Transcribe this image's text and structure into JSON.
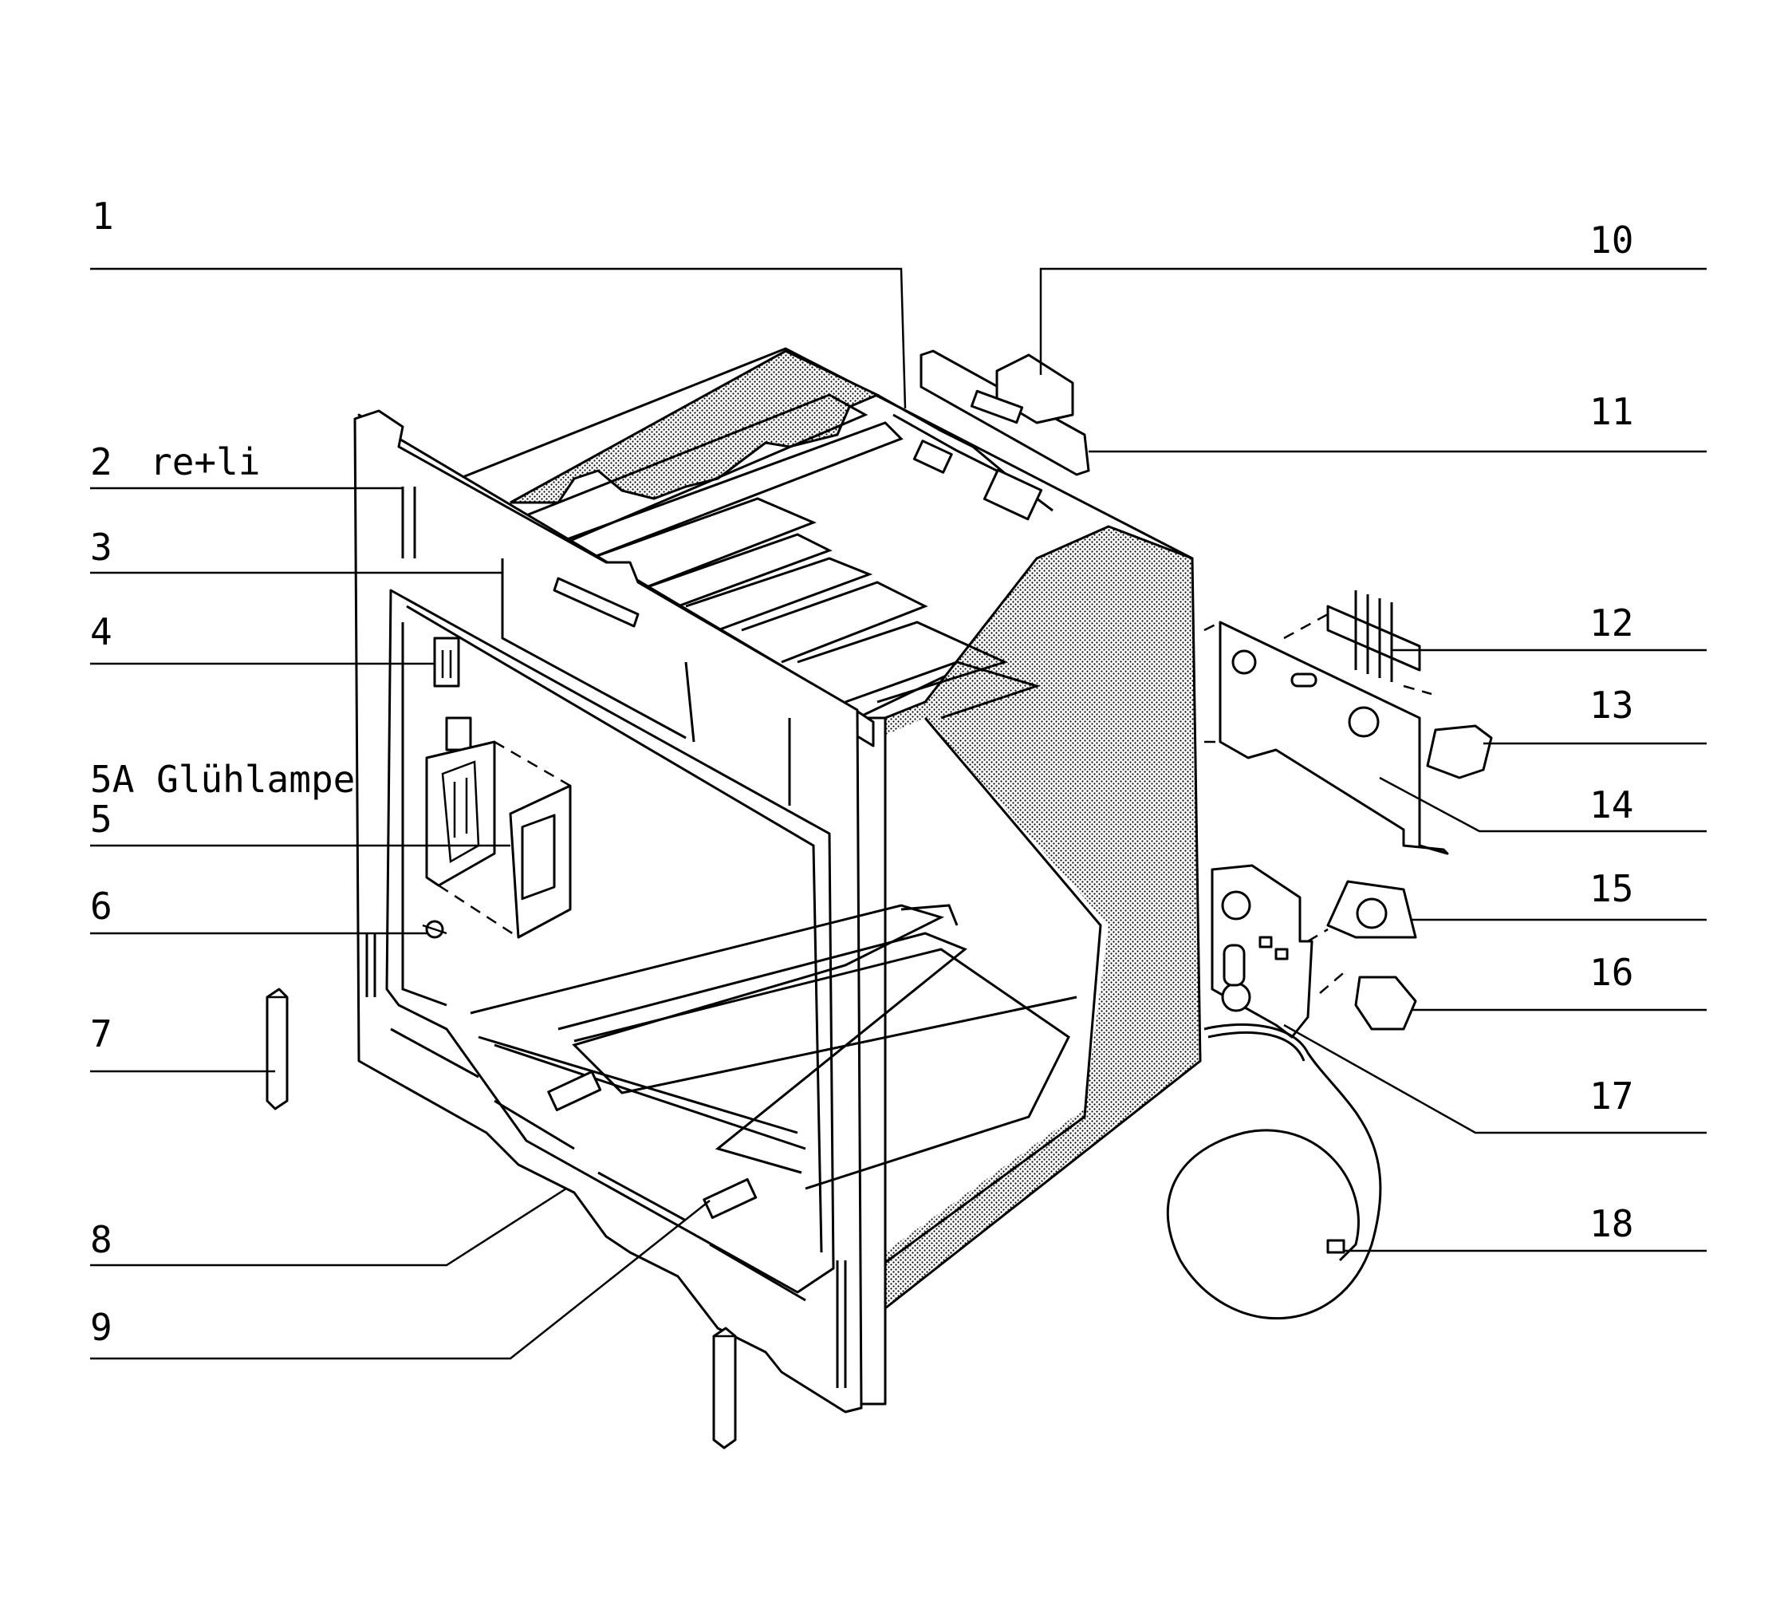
{
  "diagram": {
    "labels": {
      "l1": "1",
      "l2": "2",
      "l2note": "re+li",
      "l3": "3",
      "l4": "4",
      "l5a": "5A Glühlampe",
      "l5": "5",
      "l6": "6",
      "l7": "7",
      "l8": "8",
      "l9": "9",
      "l10": "10",
      "l11": "11",
      "l12": "12",
      "l13": "13",
      "l14": "14",
      "l15": "15",
      "l16": "16",
      "l17": "17",
      "l18": "18"
    }
  }
}
